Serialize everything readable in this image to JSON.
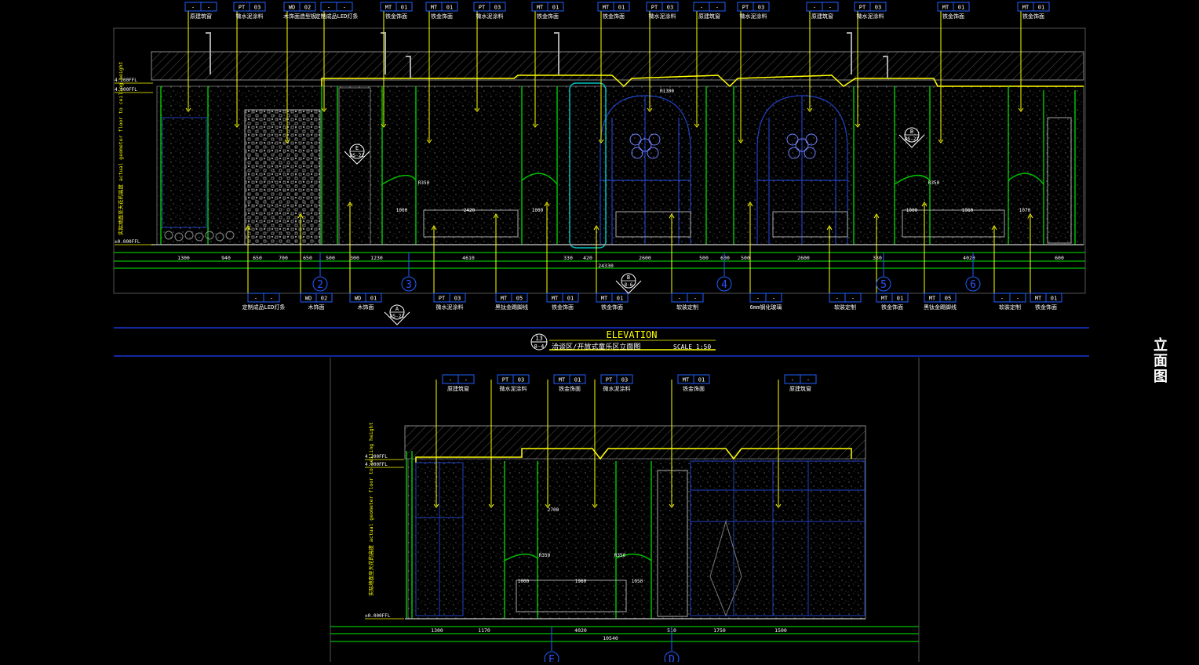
{
  "sheet": {
    "side_title": "立面图",
    "elevation_title": "ELEVATION",
    "drawing_number": "13",
    "drawing_sheet": "8-4",
    "drawing_caption": "洽谈区/开放式童乐区立面图",
    "scale": "SCALE 1:50"
  },
  "top_elevation": {
    "top_tags": [
      {
        "code": "-",
        "num": "-",
        "label": "原建筑窗"
      },
      {
        "code": "PT",
        "num": "03",
        "label": "微水泥涂料"
      },
      {
        "code": "WD",
        "num": "02",
        "label": "木饰面造型板"
      },
      {
        "code": "-",
        "num": "-",
        "label": "定制成品LED灯条"
      },
      {
        "code": "MT",
        "num": "01",
        "label": "铁金饰面"
      },
      {
        "code": "MT",
        "num": "01",
        "label": "铁金饰面"
      },
      {
        "code": "PT",
        "num": "03",
        "label": "微水泥涂料"
      },
      {
        "code": "MT",
        "num": "01",
        "label": "铁金饰面"
      },
      {
        "code": "MT",
        "num": "01",
        "label": "铁金饰面"
      },
      {
        "code": "PT",
        "num": "03",
        "label": "微水泥涂料"
      },
      {
        "code": "-",
        "num": "-",
        "label": "原建筑窗"
      },
      {
        "code": "PT",
        "num": "03",
        "label": "微水泥涂料"
      },
      {
        "code": "-",
        "num": "-",
        "label": "原建筑窗"
      },
      {
        "code": "PT",
        "num": "03",
        "label": "微水泥涂料"
      },
      {
        "code": "MT",
        "num": "01",
        "label": "铁金饰面"
      },
      {
        "code": "MT",
        "num": "01",
        "label": "铁金饰面"
      }
    ],
    "bottom_tags": [
      {
        "code": "-",
        "num": "-",
        "label": "定制成品LED灯条"
      },
      {
        "code": "WD",
        "num": "02",
        "label": "木饰面"
      },
      {
        "code": "WD",
        "num": "01",
        "label": "木饰面"
      },
      {
        "code": "PT",
        "num": "03",
        "label": "微水泥涂料"
      },
      {
        "code": "MT",
        "num": "05",
        "label": "黑钛金踢脚线"
      },
      {
        "code": "MT",
        "num": "01",
        "label": "铁金饰面"
      },
      {
        "code": "MT",
        "num": "01",
        "label": "铁金饰面"
      },
      {
        "code": "-",
        "num": "-",
        "label": "软装定制"
      },
      {
        "code": "-",
        "num": "-",
        "label": "6mm钢化玻璃"
      },
      {
        "code": "-",
        "num": "-",
        "label": "软装定制"
      },
      {
        "code": "MT",
        "num": "01",
        "label": "铁金饰面"
      },
      {
        "code": "MT",
        "num": "05",
        "label": "黑钛金踢脚线"
      },
      {
        "code": "-",
        "num": "-",
        "label": "软装定制"
      },
      {
        "code": "MT",
        "num": "01",
        "label": "铁金饰面"
      }
    ],
    "dimensions": [
      "1300",
      "940",
      "650",
      "700",
      "650",
      "500",
      "300",
      "1230",
      "4610",
      "330",
      "420",
      "2600",
      "500",
      "600",
      "500",
      "2600",
      "330",
      "4020",
      "600"
    ],
    "total_dimension": "24330",
    "inner_dimensions": [
      "1000",
      "2420",
      "1000",
      "1000",
      "1960",
      "1070",
      "R350",
      "R350",
      "R1300"
    ],
    "levels": [
      "4.200FFL",
      "4.000FFL",
      "±0.000FFL"
    ],
    "side_text": "实际地面至天花的高度 actual geometer floor to ceiling height",
    "grid_marks": [
      "2",
      "3",
      "4",
      "5",
      "6"
    ],
    "callouts": [
      {
        "letter": "E",
        "sheet": "DS-21"
      },
      {
        "letter": "B",
        "sheet": "DS-21"
      },
      {
        "letter": "A",
        "sheet": "DS-21"
      },
      {
        "letter": "B",
        "sheet": "8-6"
      }
    ]
  },
  "bottom_elevation": {
    "top_tags": [
      {
        "code": "-",
        "num": "-",
        "label": "原建筑窗"
      },
      {
        "code": "PT",
        "num": "03",
        "label": "微水泥涂料"
      },
      {
        "code": "MT",
        "num": "01",
        "label": "铁金饰面"
      },
      {
        "code": "PT",
        "num": "03",
        "label": "微水泥涂料"
      },
      {
        "code": "MT",
        "num": "01",
        "label": "铁金饰面"
      },
      {
        "code": "-",
        "num": "-",
        "label": "原建筑窗"
      }
    ],
    "dimensions": [
      "1300",
      "1170",
      "4020",
      "510",
      "1750",
      "1500"
    ],
    "total_dimension": "10540",
    "inner_dimensions": [
      "1000",
      "1960",
      "1050",
      "R350",
      "R350",
      "2700"
    ],
    "levels": [
      "4.200FFL",
      "4.000FFL",
      "±0.000FFL"
    ],
    "side_text": "实际地面至天花的高度 actual geometer floor to ceiling height",
    "grid_marks": [
      "E",
      "D"
    ]
  },
  "colors": {
    "yellow": "#ffff00",
    "green": "#00c000",
    "blue": "#3050ff",
    "cyan": "#00c0c0",
    "white": "#ffffff",
    "grey": "#808080"
  }
}
